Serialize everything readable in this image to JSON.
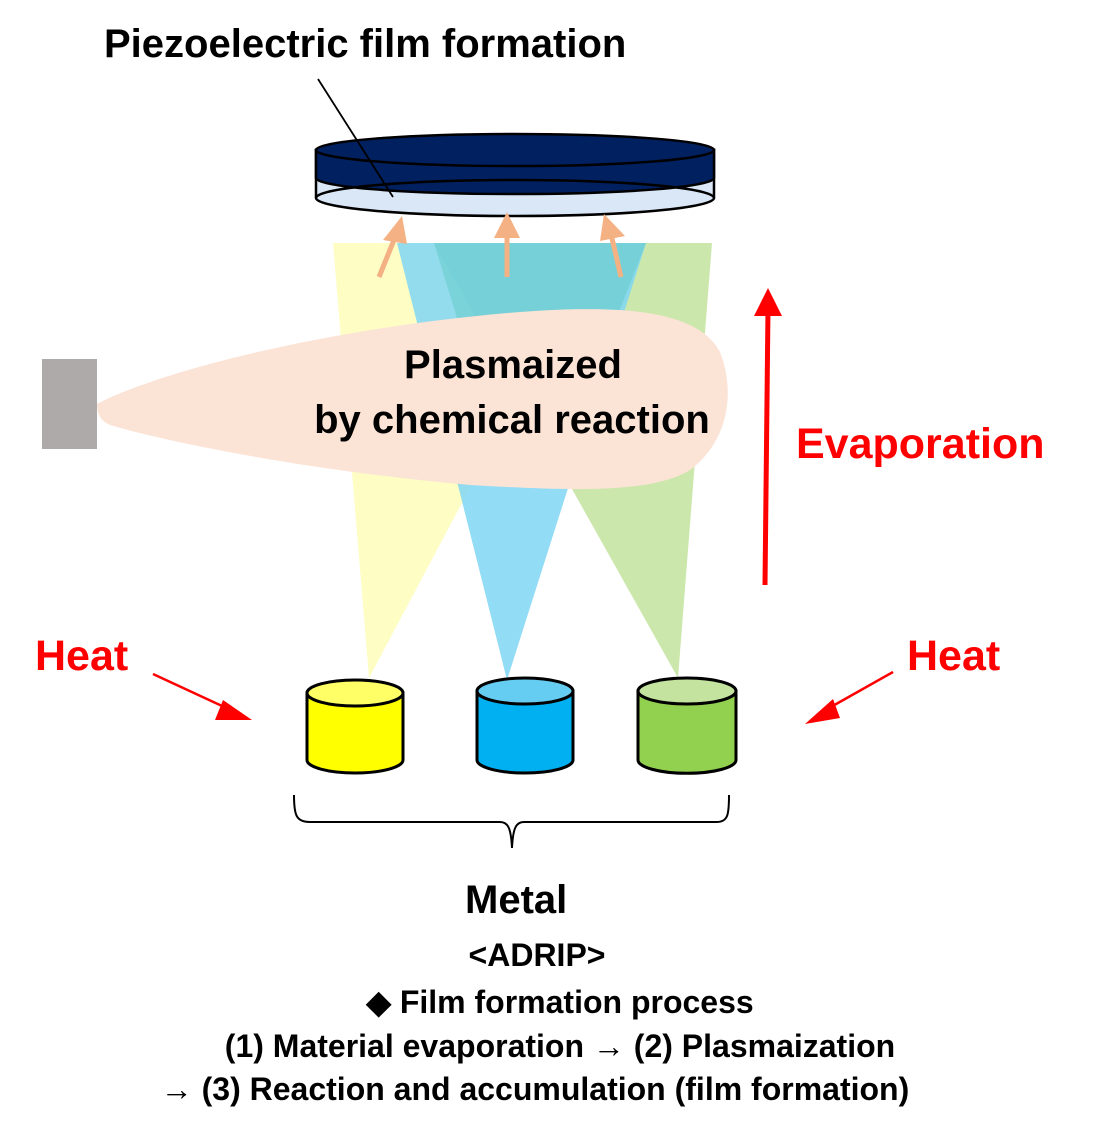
{
  "title": "Piezoelectric film formation",
  "plasma_label": {
    "line1": "Plasmaized",
    "line2": "by chemical reaction"
  },
  "evaporation_label": "Evaporation",
  "heat_left_label": "Heat",
  "heat_right_label": "Heat",
  "source_label": "Metal",
  "method_label": "<ADRIP>",
  "process": {
    "heading": "◆ Film formation process",
    "line1": "(1) Material evaporation → (2) Plasmaization",
    "line2": "→ (3) Reaction and accumulation (film formation)"
  },
  "colors": {
    "substrate_dark": "#002060",
    "film_light": "#dae7f6",
    "plasma": "#fbe3d6",
    "deposit_arrow": "#f4b183",
    "annotation_red": "#ff0000",
    "crucible_yellow": "#ffff00",
    "crucible_blue": "#00b0f0",
    "crucible_green": "#92d050",
    "beam_yellow": "#fdfdc4",
    "beam_blue": "#7fd6f5",
    "beam_green": "#c8e6a8",
    "gun": "#aeaaaa"
  },
  "crucibles": [
    {
      "name": "yellow-material"
    },
    {
      "name": "blue-material"
    },
    {
      "name": "green-material"
    }
  ]
}
